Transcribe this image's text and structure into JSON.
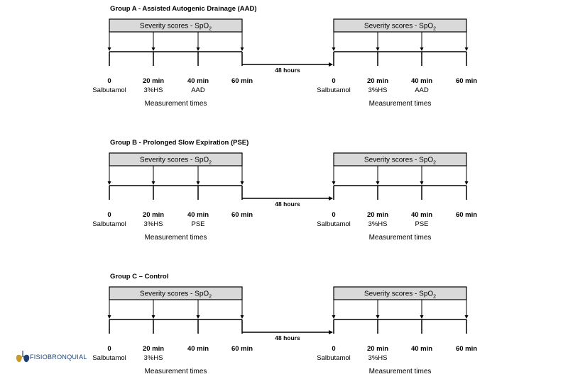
{
  "colors": {
    "box_fill": "#d9d9d9",
    "line": "#000000",
    "logo_blue": "#1e3f74",
    "logo_gold": "#c99a2e"
  },
  "groups": [
    {
      "title": "Group A - Assisted Autogenic Drainage (AAD)",
      "severity_label": "Severity scores - SpO",
      "severity_sub": "2",
      "interval_label": "48 hours",
      "measurement_label": "Measurement times",
      "ticks": [
        {
          "time": "0",
          "label": "Salbutamol"
        },
        {
          "time": "20 min",
          "label": "3%HS"
        },
        {
          "time": "40 min",
          "label": "AAD"
        },
        {
          "time": "60 min",
          "label": ""
        }
      ]
    },
    {
      "title": "Group B - Prolonged Slow Expiration (PSE)",
      "severity_label": "Severity scores - SpO",
      "severity_sub": "2",
      "interval_label": "48 hours",
      "measurement_label": "Measurement times",
      "ticks": [
        {
          "time": "0",
          "label": "Salbutamol"
        },
        {
          "time": "20 min",
          "label": "3%HS"
        },
        {
          "time": "40 min",
          "label": "PSE"
        },
        {
          "time": "60 min",
          "label": ""
        }
      ]
    },
    {
      "title": "Group C – Control",
      "severity_label": "Severity scores - SpO",
      "severity_sub": "2",
      "interval_label": "48 hours",
      "measurement_label": "Measurement times",
      "ticks": [
        {
          "time": "0",
          "label": "Salbutamol"
        },
        {
          "time": "20 min",
          "label": "3%HS"
        },
        {
          "time": "40 min",
          "label": ""
        },
        {
          "time": "60 min",
          "label": ""
        }
      ]
    }
  ],
  "logo": {
    "text": "FISIOBRONQUIAL",
    "icon": "lungs-icon"
  }
}
